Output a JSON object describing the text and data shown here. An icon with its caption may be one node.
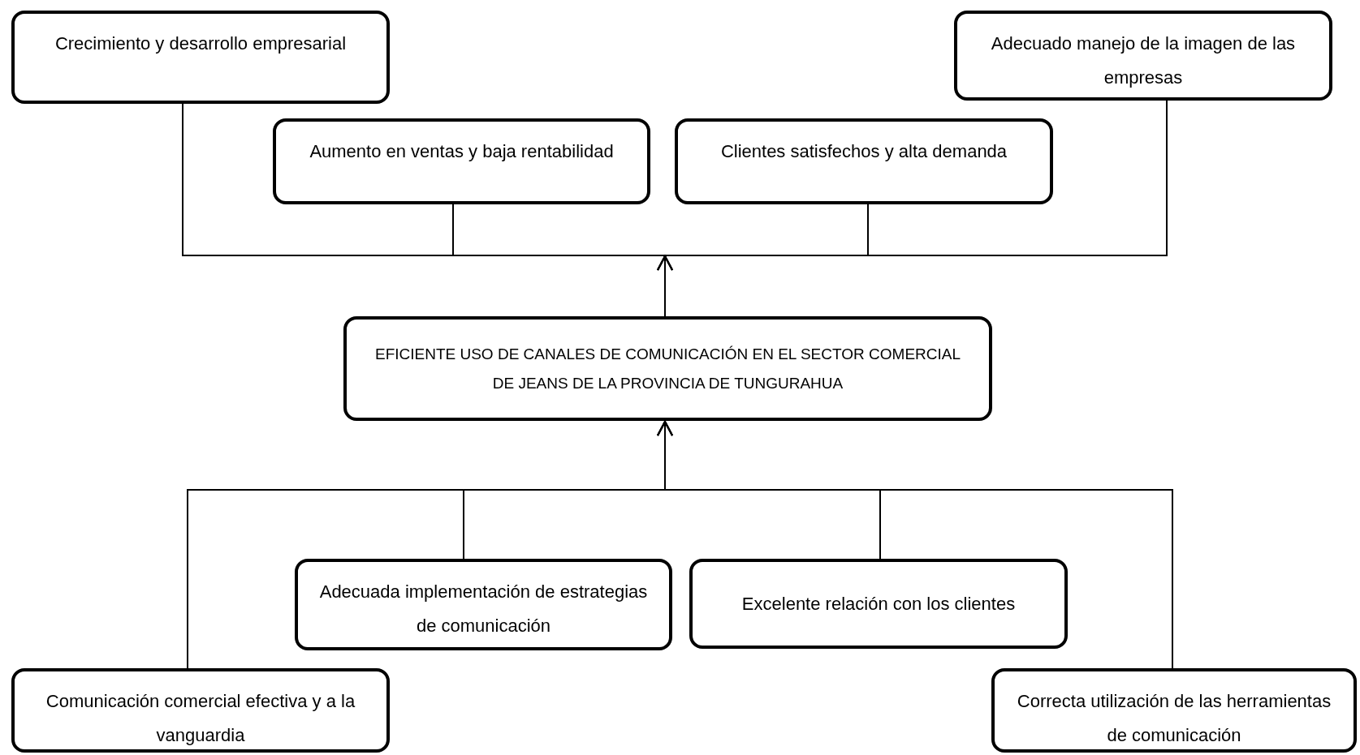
{
  "diagram": {
    "nodes": [
      {
        "text": [
          "Crecimiento y desarrollo empresarial"
        ]
      },
      {
        "text": [
          "Aumento en ventas y baja rentabilidad"
        ]
      },
      {
        "text": [
          "Clientes satisfechos y alta demanda"
        ]
      },
      {
        "text": [
          "Adecuado manejo de la imagen de las empresas"
        ]
      },
      {
        "text": [
          "EFICIENTE USO DE CANALES DE COMUNICACIÓN EN EL SECTOR COMERCIAL DE JEANS DE LA PROVINCIA DE TUNGURAHUA"
        ]
      },
      {
        "text": [
          "Comunicación comercial efectiva y a la vanguardia"
        ]
      },
      {
        "text": [
          "Adecuada implementación de estrategias de comunicación"
        ]
      },
      {
        "text": [
          "Excelente relación con los clientes"
        ]
      },
      {
        "text": [
          "Correcta utilización de las herramientas de comunicación"
        ]
      }
    ],
    "edges": [
      {
        "from": 4,
        "to": 0,
        "arrow": "to"
      },
      {
        "from": 4,
        "to": 1,
        "arrow": "to"
      },
      {
        "from": 4,
        "to": 2,
        "arrow": "to"
      },
      {
        "from": 4,
        "to": 3,
        "arrow": "to"
      },
      {
        "from": 5,
        "to": 4,
        "arrow": "to"
      },
      {
        "from": 6,
        "to": 4,
        "arrow": "to"
      },
      {
        "from": 7,
        "to": 4,
        "arrow": "to"
      },
      {
        "from": 8,
        "to": 4,
        "arrow": "to"
      }
    ]
  }
}
